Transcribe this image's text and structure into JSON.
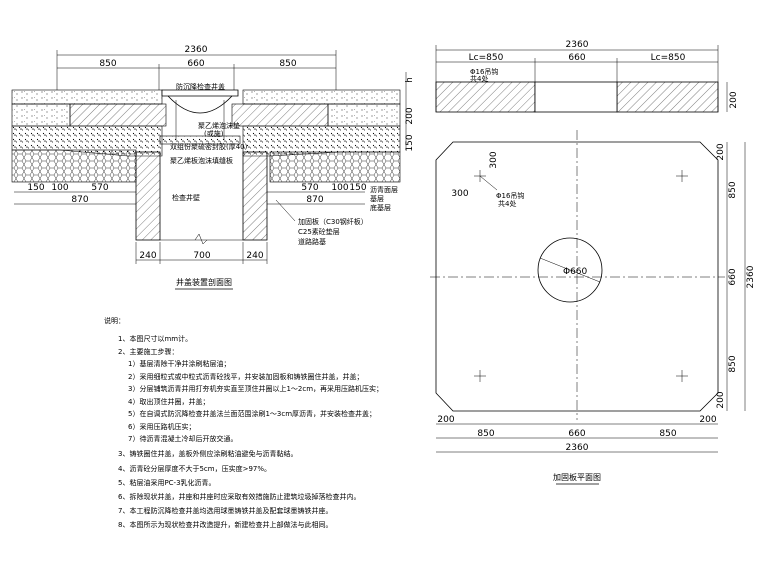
{
  "left_drawing": {
    "title": "井盖装置剖面图",
    "dims_top": {
      "total": "2360",
      "parts": [
        "850",
        "660",
        "850"
      ]
    },
    "dims_right": [
      "h",
      "200",
      "150"
    ],
    "dims_lower_left": [
      "150",
      "100",
      "570"
    ],
    "dims_lower_left2": "870",
    "dims_lower_right": [
      "570",
      "100",
      "150"
    ],
    "dims_lower_right2": "870",
    "dims_bottom": [
      "240",
      "700",
      "240"
    ],
    "labels": {
      "cover": "防沉降检查井盖",
      "stud": "聚乙烯泡沫垫",
      "stud2": "(或施)",
      "adhesive": "双组份聚硫密封胶(厚40)",
      "board": "聚乙烯板泡沫填缝板",
      "well_wall": "检查井壁",
      "asphalt": "沥青面层",
      "base": "基层",
      "subbase": "底基层",
      "reinf": "加固板（C30钢纤板）",
      "c25": "C25素砼垫层",
      "road_base": "道路路基"
    }
  },
  "right_drawing": {
    "title": "加固板平面图",
    "dims_top": {
      "total": "2360",
      "parts": [
        "Lc=850",
        "660",
        "Lc=850"
      ]
    },
    "rebar_top": "Φ16吊钩",
    "rebar_top2": "共4处",
    "rebar_mid": "Φ16吊钩",
    "rebar_mid2": "共4处",
    "dim_side_top": "200",
    "dim_300a": "300",
    "dim_300b": "300",
    "hole": "Φ660",
    "dims_right": [
      "200",
      "850",
      "660",
      "850",
      "200"
    ],
    "dim_right_total": "2360",
    "dims_bottom_small": [
      "200",
      "200"
    ],
    "dims_bottom": [
      "850",
      "660",
      "850"
    ],
    "dim_bottom_total": "2360"
  },
  "notes": {
    "heading": "说明：",
    "items": [
      "1、本图尺寸以mm计。",
      "2、主要施工步骤：",
      "1）基层清除干净并涂刷粘层油；",
      "2）采用细粒式或中粒式沥青砼找平，并安装加固板和铸铁圈住井盖，井盖；",
      "3）分层铺筑沥青并用打夯机夯实直至顶住井圈以上1～2cm，再采用压路机压实；",
      "4）取出顶住井圈，井盖；",
      "5）在自调式防沉降检查井盖法兰面范围涂刷1～3cm厚沥青，并安装检查井盖；",
      "6）采用压路机压实；",
      "7）待沥青混凝土冷却后开放交通。",
      "3、铸铁圈住井盖，盖板外侧应涂刷粘油避免与沥青黏结。",
      "4、沥青砼分层厚度不大于5cm，压实度>97%。",
      "5、粘层油采用PC-3乳化沥青。",
      "6、拆除现状井盖，井座和井座时应采取有效措施防止建筑垃圾掉落检查井内。",
      "7、本工程防沉降检查井盖均选用球墨铸铁井盖及配套球墨铸铁井座。",
      "8、本图所示为现状检查井改造提升，新建检查井上部做法与此相同。"
    ]
  }
}
